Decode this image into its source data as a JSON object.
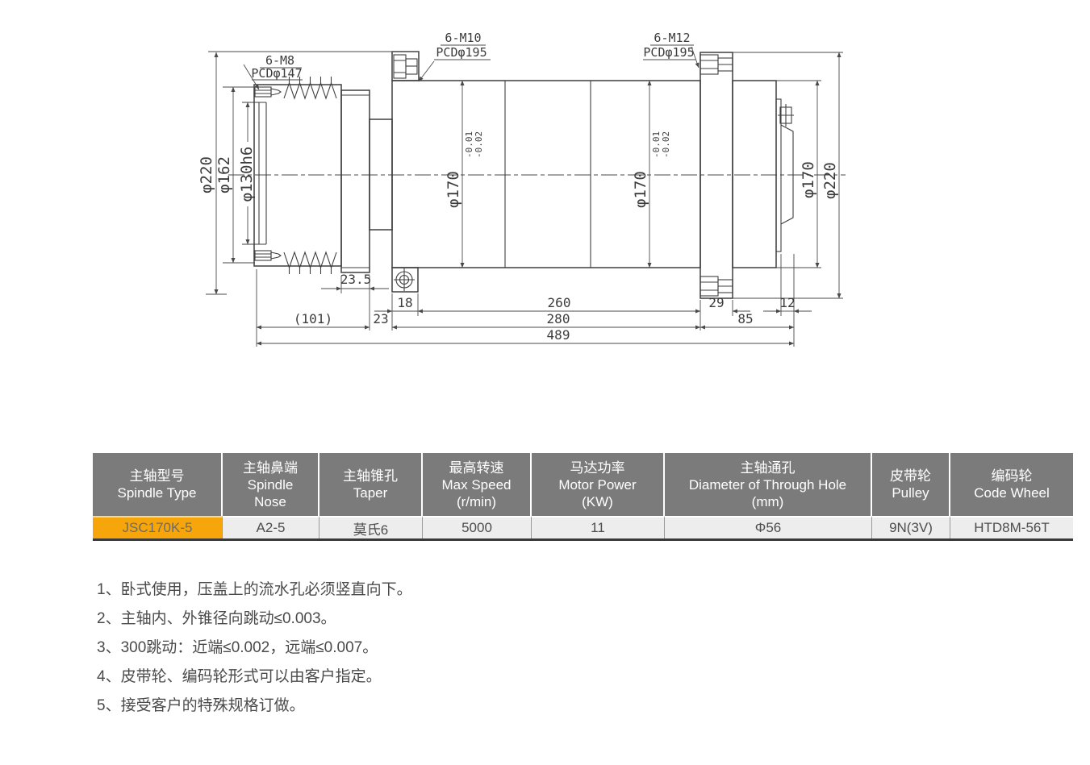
{
  "drawing": {
    "callouts": {
      "m8": {
        "thread": "6-M8",
        "pcd": "PCDφ147"
      },
      "m10": {
        "thread": "6-M10",
        "pcd": "PCDφ195"
      },
      "m12": {
        "thread": "6-M12",
        "pcd": "PCDφ195"
      }
    },
    "dims": {
      "phi220_left": "φ220",
      "phi162": "φ162",
      "phi130": "φ130h6",
      "phi170_front": "φ170",
      "phi170_front_tol_up": "-0.01",
      "phi170_front_tol_dn": "-0.02",
      "phi170_rear": "φ170",
      "phi170_rear_tol_up": "-0.01",
      "phi170_rear_tol_dn": "-0.02",
      "phi170_right": "φ170",
      "phi220_right": "φ220",
      "len_23_5": "23.5",
      "len_18": "18",
      "len_260": "260",
      "len_29": "29",
      "len_12": "12",
      "len_101": "(101)",
      "len_23": "23",
      "len_280": "280",
      "len_85": "85",
      "len_489": "489"
    }
  },
  "table": {
    "columns": [
      {
        "zh": "主轴型号",
        "en": "Spindle Type",
        "en2": ""
      },
      {
        "zh": "主轴鼻端",
        "en": "Spindle",
        "en2": "Nose"
      },
      {
        "zh": "主轴锥孔",
        "en": "Taper",
        "en2": ""
      },
      {
        "zh": "最高转速",
        "en": "Max Speed",
        "en2": "(r/min)"
      },
      {
        "zh": "马达功率",
        "en": "Motor Power",
        "en2": "(KW)"
      },
      {
        "zh": "主轴通孔",
        "en": "Diameter of Through Hole",
        "en2": "(mm)"
      },
      {
        "zh": "皮带轮",
        "en": "Pulley",
        "en2": ""
      },
      {
        "zh": "编码轮",
        "en": "Code Wheel",
        "en2": ""
      }
    ],
    "row": {
      "spindle_type": "JSC170K-5",
      "spindle_nose": "A2-5",
      "taper": "莫氏6",
      "max_speed": "5000",
      "motor_power": "11",
      "through_hole": "Φ56",
      "pulley": "9N(3V)",
      "code_wheel": "HTD8M-56T"
    },
    "highlight_color": "#F6A50B"
  },
  "notes": {
    "items": [
      "1、卧式使用，压盖上的流水孔必须竖直向下。",
      "2、主轴内、外锥径向跳动≤0.003。",
      "3、300跳动：近端≤0.002，远端≤0.007。",
      "4、皮带轮、编码轮形式可以由客户指定。",
      "5、接受客户的特殊规格订做。"
    ]
  }
}
